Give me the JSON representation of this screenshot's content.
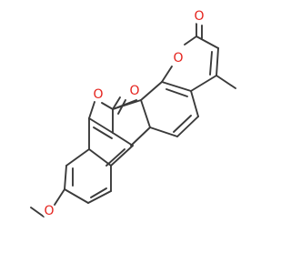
{
  "molecule": {
    "atoms": [
      {
        "id": "o-ketone",
        "symbol": "O"
      },
      {
        "id": "o-lactone-carbonyl",
        "symbol": "O"
      },
      {
        "id": "o-pyran-ring",
        "symbol": "O"
      },
      {
        "id": "o-furan-ring",
        "symbol": "O"
      },
      {
        "id": "o-methoxy",
        "symbol": "O"
      }
    ],
    "colors": {
      "bond": "#3a3a3a",
      "oxygen": "#e5221c",
      "background": "#ffffff"
    }
  }
}
